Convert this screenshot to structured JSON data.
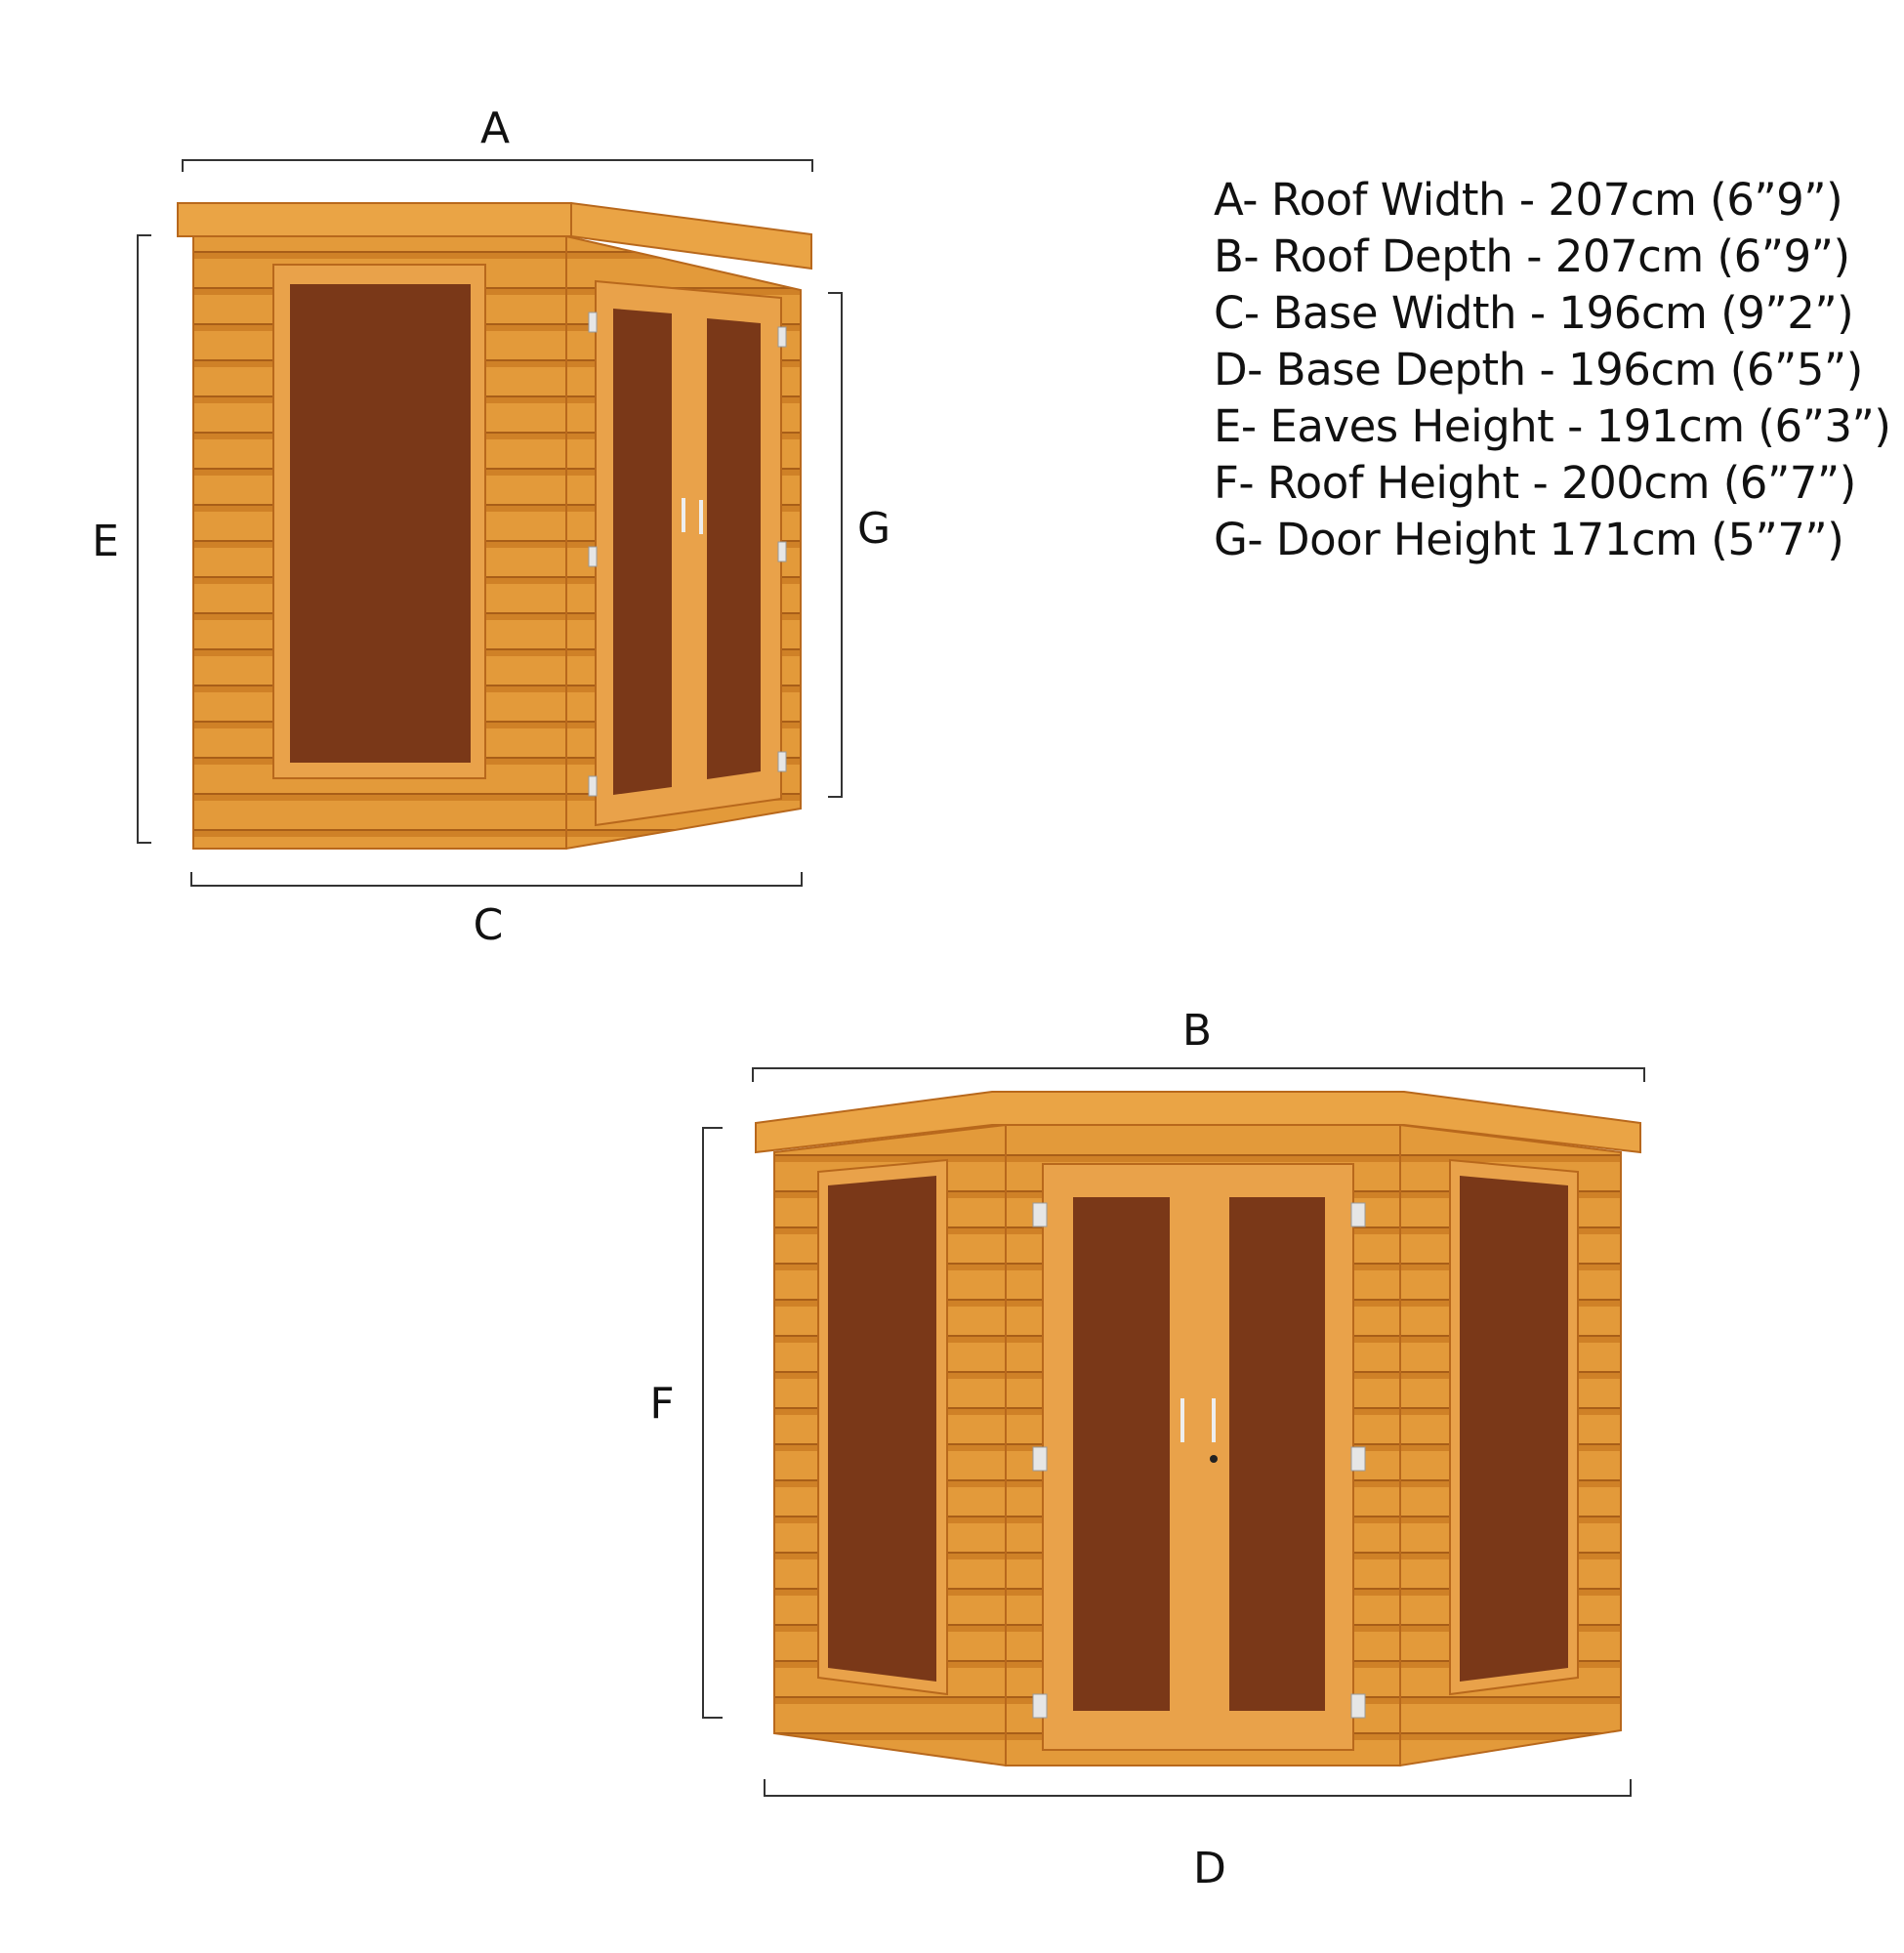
{
  "labels": {
    "a": "A",
    "b": "B",
    "c": "C",
    "d": "D",
    "e": "E",
    "f": "F",
    "g": "G"
  },
  "specs": [
    "A- Roof Width - 207cm (6”9”)",
    "B- Roof Depth - 207cm (6”9”)",
    "C- Base Width - 196cm (9”2”)",
    "D- Base Depth - 196cm (6”5”)",
    "E- Eaves Height - 191cm (6”3”)",
    "F- Roof Height - 200cm (6”7”)",
    "G- Door Height 171cm (5”7”)"
  ],
  "colors": {
    "wood": "#e39a3a",
    "glass": "#7a3818",
    "text": "#111111"
  }
}
